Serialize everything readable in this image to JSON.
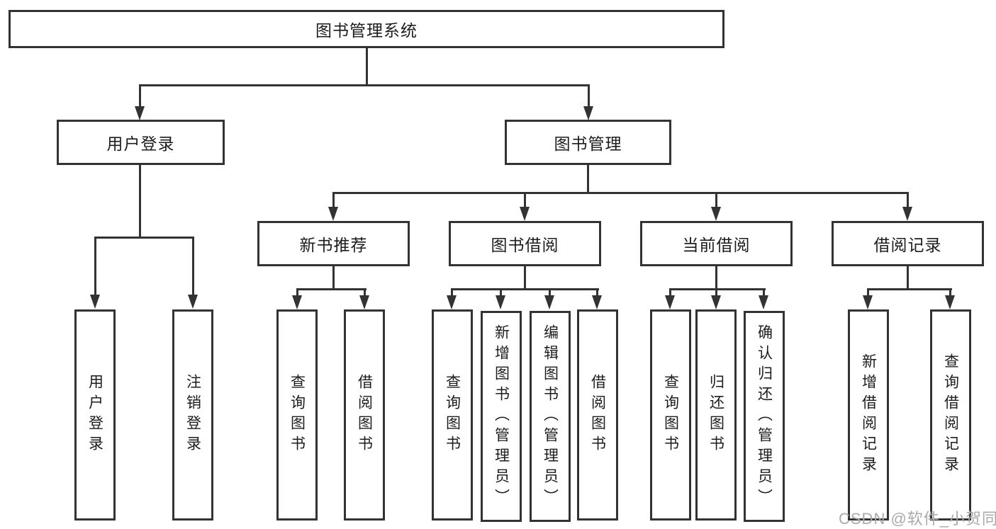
{
  "diagram": {
    "root": {
      "label": "图书管理系统",
      "children": [
        {
          "label": "用户登录",
          "children": [
            {
              "label": "用户登录"
            },
            {
              "label": "注销登录"
            }
          ]
        },
        {
          "label": "图书管理",
          "children": [
            {
              "label": "新书推荐",
              "children": [
                {
                  "label": "查询图书"
                },
                {
                  "label": "借阅图书"
                }
              ]
            },
            {
              "label": "图书借阅",
              "children": [
                {
                  "label": "查询图书"
                },
                {
                  "label": "新增图书（管理员）"
                },
                {
                  "label": "编辑图书（管理员）"
                },
                {
                  "label": "借阅图书"
                }
              ]
            },
            {
              "label": "当前借阅",
              "children": [
                {
                  "label": "查询图书"
                },
                {
                  "label": "归还图书"
                },
                {
                  "label": "确认归还（管理员）"
                }
              ]
            },
            {
              "label": "借阅记录",
              "children": [
                {
                  "label": "新增借阅记录"
                },
                {
                  "label": "查询借阅记录"
                }
              ]
            }
          ]
        }
      ]
    },
    "watermark": "CSDN @软件_小贺同学",
    "colors": {
      "line": "#333333",
      "box_background": "#ffffff",
      "text": "#1c1c1c",
      "watermark": "#aaaaaa"
    }
  }
}
